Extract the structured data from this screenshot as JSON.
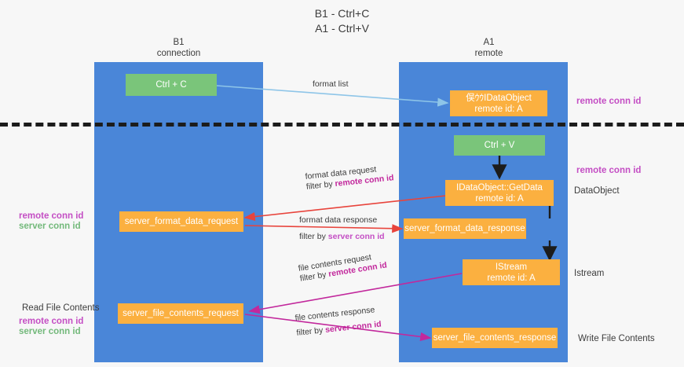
{
  "title": {
    "line1": "B1 - Ctrl+C",
    "line2": "A1 - Ctrl+V"
  },
  "lanes": [
    {
      "id": "b1",
      "title": "B1",
      "subtitle": "connection",
      "color": "#4a86d8"
    },
    {
      "id": "a1",
      "title": "A1",
      "subtitle": "remote",
      "color": "#4a86d8"
    }
  ],
  "boxes": {
    "ctrl_c": {
      "label": "Ctrl + C",
      "color": "#7ac57a"
    },
    "ctrl_v": {
      "label": "Ctrl + V",
      "color": "#7ac57a"
    },
    "idataobject": {
      "line1": "俣ｳｳIDataObject",
      "line2": "remote id: A",
      "color": "#fbb040"
    },
    "getdata": {
      "line1": "IDataObject::GetData",
      "line2": "remote id: A",
      "color": "#fbb040"
    },
    "istream": {
      "line1": "IStream",
      "line2": "remote id: A",
      "color": "#fbb040"
    },
    "server_format_data_request": {
      "label": "server_format_data_request",
      "color": "#fbb040"
    },
    "server_format_data_response": {
      "label": "server_format_data_response",
      "color": "#fbb040"
    },
    "server_file_contents_request": {
      "label": "server_file_contents_request",
      "color": "#fbb040"
    },
    "server_file_contents_response": {
      "label": "server_file_contents_response",
      "color": "#fbb040"
    }
  },
  "edges": {
    "format_list": {
      "label": "format list"
    },
    "format_data_request": {
      "label": "format data request",
      "filter_prefix": "filter by ",
      "filter_value": "remote conn id"
    },
    "format_data_response": {
      "label": "format data response",
      "filter_prefix": "filter by ",
      "filter_value": "server conn id"
    },
    "file_contents_request": {
      "label": "file contents request",
      "filter_prefix": "filter by ",
      "filter_value": "remote conn id"
    },
    "file_contents_response": {
      "label": "file contents response",
      "filter_prefix": "filter by ",
      "filter_value": "server conn id"
    }
  },
  "annotations": {
    "right_remote_conn_id_top": "remote conn id",
    "right_remote_conn_id_mid": "remote conn id",
    "right_dataobject": "DataObject",
    "right_istream": "Istream",
    "right_write_file_contents": "Write File Contents",
    "left_remote_conn_id_mid": "remote conn id",
    "left_server_conn_id_mid": "server conn id",
    "left_read_file_contents": "Read File Contents",
    "left_remote_conn_id_bottom": "remote conn id",
    "left_server_conn_id_bottom": "server conn id"
  },
  "colors": {
    "lane": "#4a86d8",
    "green_box": "#7ac57a",
    "orange_box": "#fbb040",
    "purple": "#c44ec4",
    "magenta": "#c2289c",
    "green_text": "#73b97b",
    "arrow_blue": "#8ec5e8",
    "arrow_red": "#e8443c",
    "arrow_magenta": "#c2289c",
    "arrow_black": "#1c1c1c",
    "divider": "#1c1c1c",
    "background": "#f7f7f7"
  }
}
